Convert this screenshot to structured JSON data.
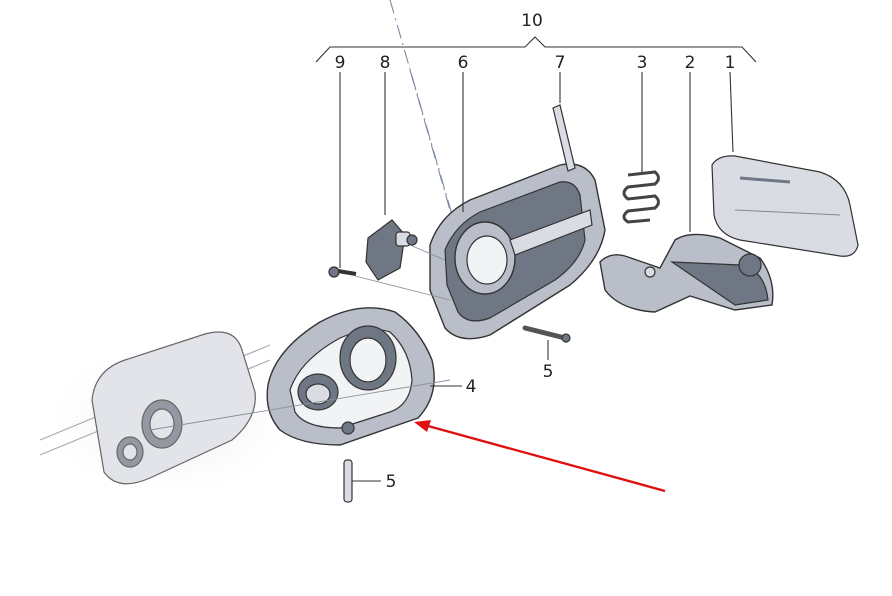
{
  "diagram": {
    "labels": {
      "p1": "1",
      "p2": "2",
      "p3": "3",
      "p4": "4",
      "p5a": "5",
      "p5b": "5",
      "p6": "6",
      "p7": "7",
      "p8": "8",
      "p9": "9",
      "p10": "10"
    },
    "colors": {
      "arrow": "#e01010",
      "part_fill": "#b9bec8",
      "part_dark": "#6f7684",
      "outline": "#333333"
    }
  }
}
